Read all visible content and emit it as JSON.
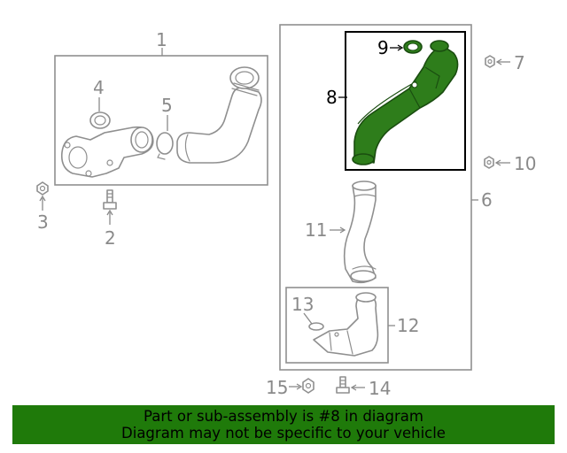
{
  "callouts": {
    "c1": "1",
    "c2": "2",
    "c3": "3",
    "c4": "4",
    "c5": "5",
    "c6": "6",
    "c7": "7",
    "c8": "8",
    "c9": "9",
    "c10": "10",
    "c11": "11",
    "c12": "12",
    "c13": "13",
    "c14": "14",
    "c15": "15"
  },
  "highlight_callout": "8",
  "colors": {
    "highlight_part": "#2e7d1b",
    "banner_background": "#1f7a0a",
    "line_art": "#8f8f8f"
  },
  "banner": {
    "line1": "Part or sub-assembly is #8 in diagram",
    "line2": "Diagram may not be specific to your vehicle"
  }
}
